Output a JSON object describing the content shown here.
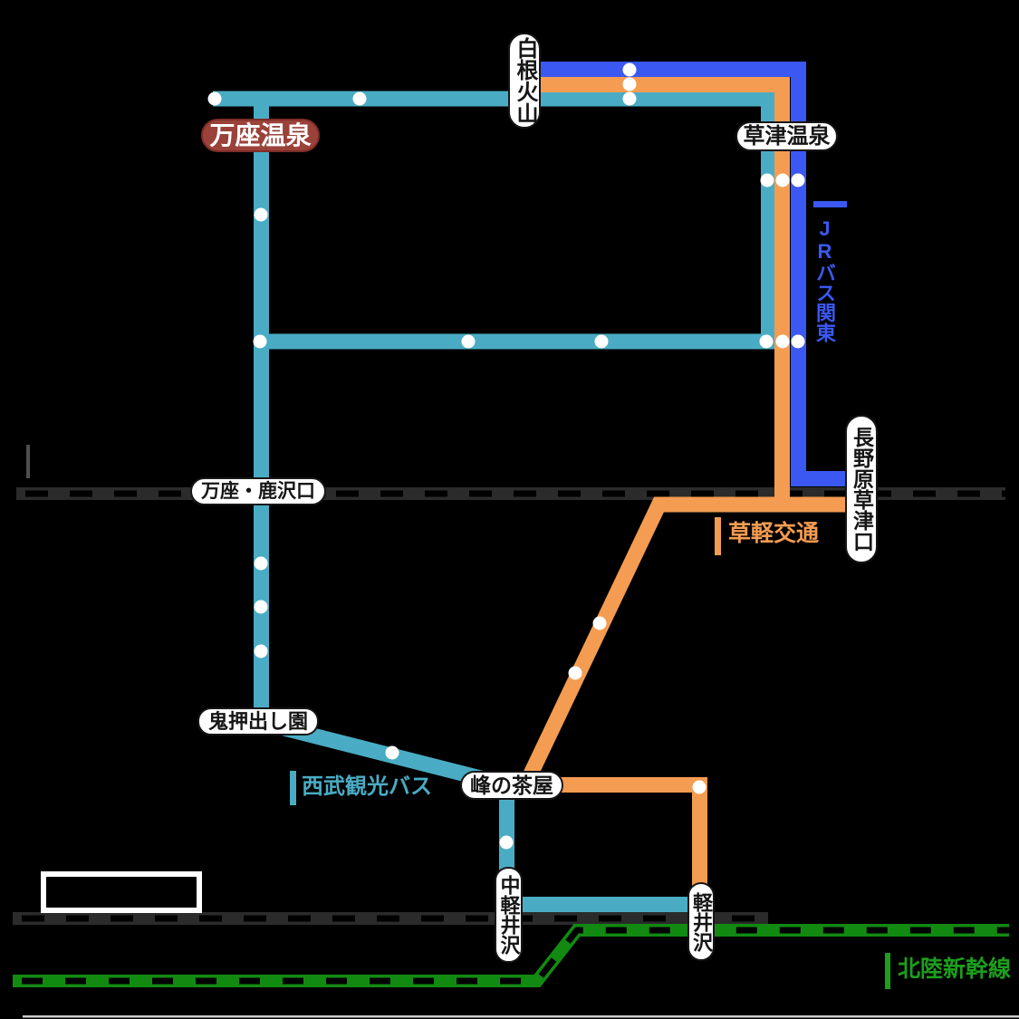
{
  "stations": {
    "shirane_kazan": "白根火山",
    "manza_onsen": "万座温泉",
    "kusatsu_onsen": "草津温泉",
    "manza_kazawaguchi": "万座・鹿沢口",
    "naganohara_kusatsuguchi": "長野原草津口",
    "onioshidashi_en": "鬼押出し園",
    "mine_no_chaya": "峰の茶屋",
    "naka_karuizawa": "中軽井沢",
    "karuizawa": "軽井沢"
  },
  "operators": {
    "jr_bus_kanto": {
      "label": "JRバス関東",
      "color": "#3b58f2"
    },
    "kusakaru_kotsu": {
      "label": "草軽交通",
      "color": "#f49c52"
    },
    "seibu_kanko_bus": {
      "label": "西武観光バス",
      "color": "#4aacc4"
    },
    "hokuriku_shinkansen": {
      "label": "北陸新幹線",
      "color": "#1d9e1d"
    }
  },
  "line_colors": {
    "seibu_teal": "#4aacc4",
    "kusakaru_orange": "#f49c52",
    "jr_blue": "#3b58f2",
    "shinkansen_green": "#128a12",
    "railway_gray": "#2b2b2b",
    "highlight_box_red": "#9a423a",
    "station_dot_white": "#ffffff"
  }
}
